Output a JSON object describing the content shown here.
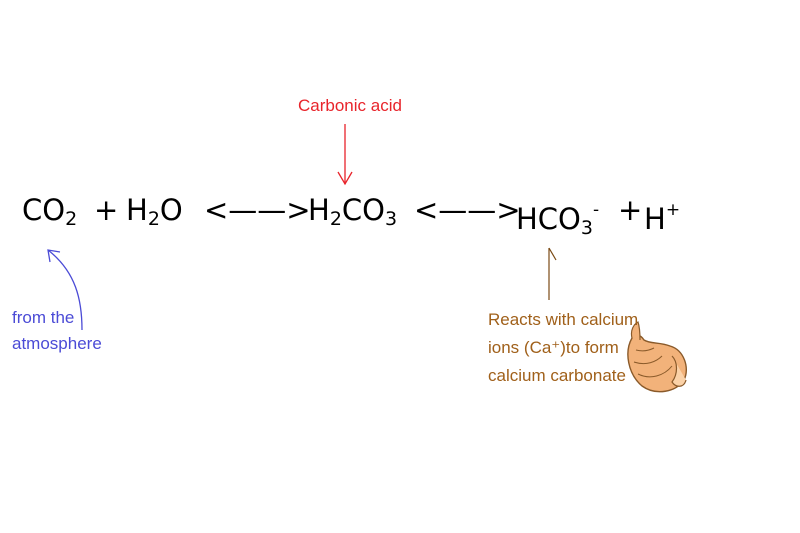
{
  "equation": {
    "co2": {
      "base": "CO",
      "sub": "2"
    },
    "plus1": "+",
    "h2o": {
      "base1": "H",
      "sub": "2",
      "base2": "O"
    },
    "arrow1": "<——>",
    "h2co3": {
      "base1": "H",
      "sub1": "2",
      "base2": "CO",
      "sub2": "3"
    },
    "arrow2": "<——>",
    "hco3": {
      "base": "HCO",
      "sub": "3",
      "sup": "-"
    },
    "plus2": "+",
    "h": {
      "base": "H",
      "sup": "+"
    }
  },
  "annotations": {
    "carbonic_acid": "Carbonic acid",
    "from_atmosphere": [
      "from the",
      "atmosphere"
    ],
    "reacts_with_calcium": [
      "Reacts with calcium",
      "ions (Ca⁺)to form",
      "calcium carbonate"
    ]
  },
  "colors": {
    "carbonic_acid": "#e8242b",
    "from_atmosphere": "#4b4bd6",
    "reacts": "#a0601a",
    "arrow_reacts": "#7a4a14",
    "shell": "#f2b27a"
  },
  "icons": {
    "shell": "seashell-icon"
  }
}
